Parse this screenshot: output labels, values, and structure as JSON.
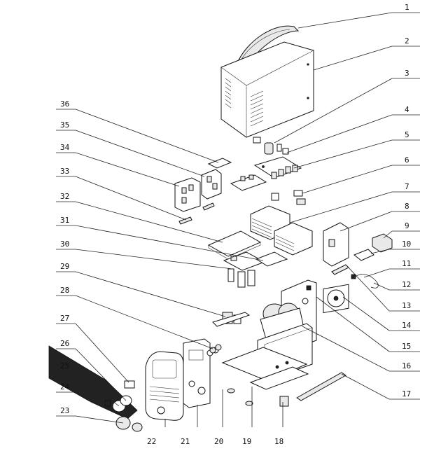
{
  "callouts": [
    {
      "num": "1"
    },
    {
      "num": "2"
    },
    {
      "num": "3"
    },
    {
      "num": "4"
    },
    {
      "num": "5"
    },
    {
      "num": "6"
    },
    {
      "num": "7"
    },
    {
      "num": "8"
    },
    {
      "num": "9"
    },
    {
      "num": "10"
    },
    {
      "num": "11"
    },
    {
      "num": "12"
    },
    {
      "num": "13"
    },
    {
      "num": "14"
    },
    {
      "num": "15"
    },
    {
      "num": "16"
    },
    {
      "num": "17"
    },
    {
      "num": "18"
    },
    {
      "num": "19"
    },
    {
      "num": "20"
    },
    {
      "num": "21"
    },
    {
      "num": "22"
    },
    {
      "num": "23"
    },
    {
      "num": "24"
    },
    {
      "num": "25"
    },
    {
      "num": "26"
    },
    {
      "num": "27"
    },
    {
      "num": "28"
    },
    {
      "num": "29"
    },
    {
      "num": "30"
    },
    {
      "num": "31"
    },
    {
      "num": "32"
    },
    {
      "num": "33"
    },
    {
      "num": "34"
    },
    {
      "num": "35"
    },
    {
      "num": "36"
    }
  ],
  "colors": {
    "line": "#222222",
    "background": "#ffffff"
  }
}
